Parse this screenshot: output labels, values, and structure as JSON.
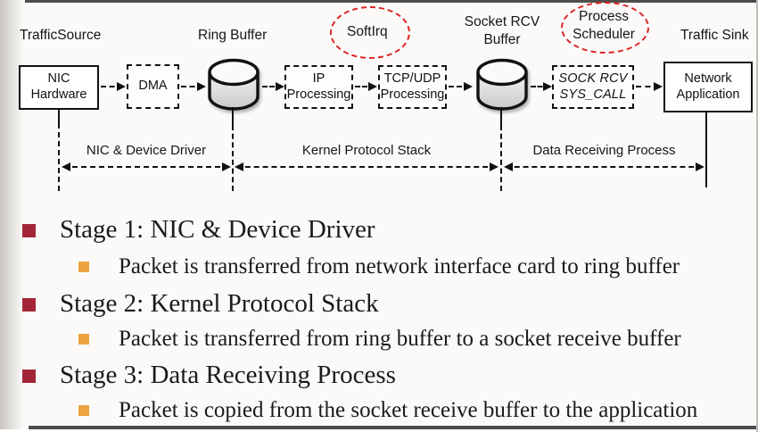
{
  "flow": {
    "traffic_source": "TrafficSource",
    "ring_buffer": "Ring Buffer",
    "softirq": "SoftIrq",
    "socket_rcv_line1": "Socket RCV",
    "socket_rcv_line2": "Buffer",
    "process_scheduler_line1": "Process",
    "process_scheduler_line2": "Scheduler",
    "traffic_sink": "Traffic Sink",
    "nic_line1": "NIC",
    "nic_line2": "Hardware",
    "dma": "DMA",
    "ip_line1": "IP",
    "ip_line2": "Processing",
    "tcp_line1": "TCP/UDP",
    "tcp_line2": "Processing",
    "sock_line1": "SOCK RCV",
    "sock_line2": "SYS_CALL",
    "app_line1": "Network",
    "app_line2": "Application"
  },
  "axis": {
    "segment1": "NIC & Device Driver",
    "segment2": "Kernel Protocol Stack",
    "segment3": "Data Receiving Process"
  },
  "bullets": {
    "stage1": "Stage 1: NIC & Device Driver",
    "stage1_sub": "Packet is transferred from network interface card to ring buffer",
    "stage2": "Stage 2: Kernel Protocol Stack",
    "stage2_sub": "Packet is transferred from ring buffer to a socket receive buffer",
    "stage3": "Stage 3: Data Receiving Process",
    "stage3_sub": "Packet is copied from the socket receive buffer to the application"
  },
  "colors": {
    "stage_bullet": "#a32638",
    "sub_bullet": "#eca43f",
    "highlight_ellipse": "#dd2222",
    "diagram_line": "#111111"
  }
}
